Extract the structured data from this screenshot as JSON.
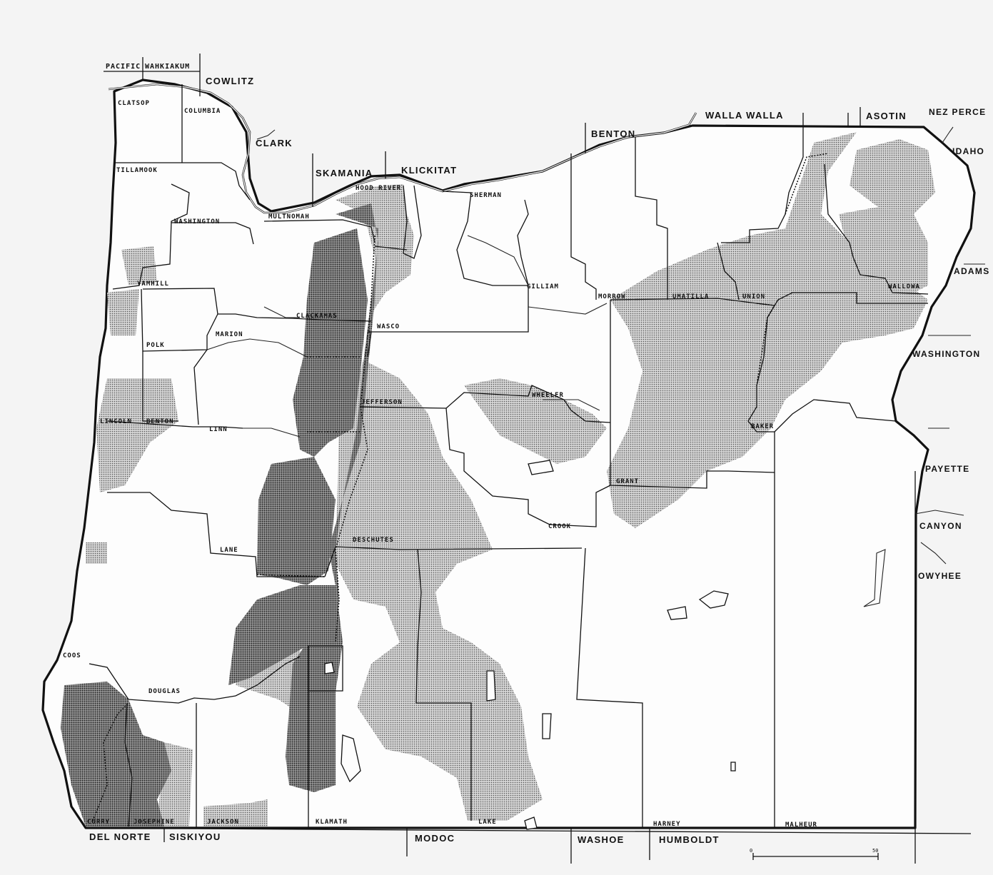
{
  "map": {
    "legend": {
      "light": "#bdbdbd",
      "dark": "#7f7f7f"
    },
    "counties": [
      {
        "key": "clatsop",
        "label": "CLATSOP"
      },
      {
        "key": "columbia",
        "label": "COLUMBIA"
      },
      {
        "key": "tillamook",
        "label": "TILLAMOOK"
      },
      {
        "key": "washington_or",
        "label": "WASHINGTON"
      },
      {
        "key": "multnomah",
        "label": "MULTNOMAH"
      },
      {
        "key": "hood_river",
        "label": "HOOD RIVER"
      },
      {
        "key": "sherman",
        "label": "SHERMAN"
      },
      {
        "key": "yamhill",
        "label": "YAMHILL"
      },
      {
        "key": "clackamas",
        "label": "CLACKAMAS"
      },
      {
        "key": "wasco",
        "label": "WASCO"
      },
      {
        "key": "gilliam",
        "label": "GILLIAM"
      },
      {
        "key": "morrow",
        "label": "MORROW"
      },
      {
        "key": "umatilla",
        "label": "UMATILLA"
      },
      {
        "key": "union",
        "label": "UNION"
      },
      {
        "key": "wallowa",
        "label": "WALLOWA"
      },
      {
        "key": "polk",
        "label": "POLK"
      },
      {
        "key": "marion",
        "label": "MARION"
      },
      {
        "key": "jefferson",
        "label": "JEFFERSON"
      },
      {
        "key": "wheeler",
        "label": "WHEELER"
      },
      {
        "key": "baker",
        "label": "BAKER"
      },
      {
        "key": "lincoln",
        "label": "LINCOLN"
      },
      {
        "key": "benton_or",
        "label": "BENTON"
      },
      {
        "key": "linn",
        "label": "LINN"
      },
      {
        "key": "grant",
        "label": "GRANT"
      },
      {
        "key": "crook",
        "label": "CROOK"
      },
      {
        "key": "lane",
        "label": "LANE"
      },
      {
        "key": "deschutes",
        "label": "DESCHUTES"
      },
      {
        "key": "coos",
        "label": "COOS"
      },
      {
        "key": "douglas",
        "label": "DOUGLAS"
      },
      {
        "key": "curry",
        "label": "CURRY"
      },
      {
        "key": "josephine",
        "label": "JOSEPHINE"
      },
      {
        "key": "jackson",
        "label": "JACKSON"
      },
      {
        "key": "klamath",
        "label": "KLAMATH"
      },
      {
        "key": "lake",
        "label": "LAKE"
      },
      {
        "key": "harney",
        "label": "HARNEY"
      },
      {
        "key": "malheur",
        "label": "MALHEUR"
      }
    ],
    "neighbors": [
      {
        "key": "pacific",
        "label": "PACIFIC"
      },
      {
        "key": "wahkiakum",
        "label": "WAHKIAKUM"
      },
      {
        "key": "cowlitz",
        "label": "COWLITZ"
      },
      {
        "key": "clark",
        "label": "CLARK"
      },
      {
        "key": "skamania",
        "label": "SKAMANIA"
      },
      {
        "key": "klickitat",
        "label": "KLICKITAT"
      },
      {
        "key": "benton_wa",
        "label": "BENTON"
      },
      {
        "key": "walla_walla",
        "label": "WALLA WALLA"
      },
      {
        "key": "asotin",
        "label": "ASOTIN"
      },
      {
        "key": "nez_perce",
        "label": "NEZ PERCE"
      },
      {
        "key": "idaho",
        "label": "IDAHO"
      },
      {
        "key": "adams",
        "label": "ADAMS"
      },
      {
        "key": "washington_id",
        "label": "WASHINGTON"
      },
      {
        "key": "payette",
        "label": "PAYETTE"
      },
      {
        "key": "canyon",
        "label": "CANYON"
      },
      {
        "key": "owyhee",
        "label": "OWYHEE"
      },
      {
        "key": "del_norte",
        "label": "DEL NORTE"
      },
      {
        "key": "siskiyou",
        "label": "SISKIYOU"
      },
      {
        "key": "modoc",
        "label": "MODOC"
      },
      {
        "key": "washoe",
        "label": "WASHOE"
      },
      {
        "key": "humboldt",
        "label": "HUMBOLDT"
      }
    ],
    "scale": {
      "start": "0",
      "end": "50"
    }
  }
}
